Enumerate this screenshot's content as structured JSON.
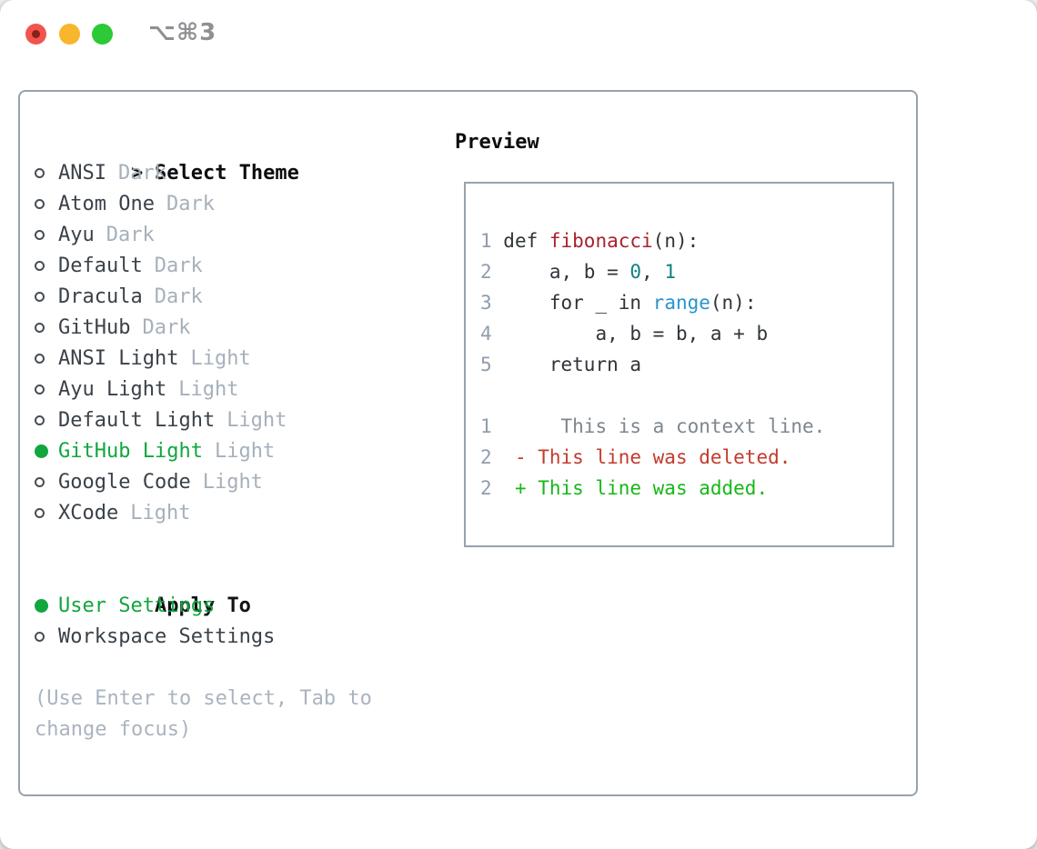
{
  "window": {
    "title": "⌥⌘3",
    "traffic_lights": [
      "close",
      "minimize",
      "zoom"
    ]
  },
  "theme_picker": {
    "prompt": ">",
    "title": "Select Theme",
    "themes": [
      {
        "name": "ANSI",
        "tag": "Dark",
        "selected": false
      },
      {
        "name": "Atom One",
        "tag": "Dark",
        "selected": false
      },
      {
        "name": "Ayu",
        "tag": "Dark",
        "selected": false
      },
      {
        "name": "Default",
        "tag": "Dark",
        "selected": false
      },
      {
        "name": "Dracula",
        "tag": "Dark",
        "selected": false
      },
      {
        "name": "GitHub",
        "tag": "Dark",
        "selected": false
      },
      {
        "name": "ANSI Light",
        "tag": "Light",
        "selected": false
      },
      {
        "name": "Ayu Light",
        "tag": "Light",
        "selected": false
      },
      {
        "name": "Default Light",
        "tag": "Light",
        "selected": false
      },
      {
        "name": "GitHub Light",
        "tag": "Light",
        "selected": true
      },
      {
        "name": "Google Code",
        "tag": "Light",
        "selected": false
      },
      {
        "name": "XCode",
        "tag": "Light",
        "selected": false
      }
    ],
    "apply_title": "Apply To",
    "apply_options": [
      {
        "name": "User Settings",
        "selected": true
      },
      {
        "name": "Workspace Settings",
        "selected": false
      }
    ],
    "hint_lines": [
      "(Use Enter to select, Tab to",
      "change focus)"
    ]
  },
  "preview": {
    "title": "Preview",
    "lines": [
      {
        "name": "code-line-1",
        "tokens": [
          {
            "text": "1 ",
            "style": "num"
          },
          {
            "text": "def ",
            "style": "code"
          },
          {
            "text": "fibonacci",
            "style": "func"
          },
          {
            "text": "(n):",
            "style": "code"
          }
        ]
      },
      {
        "name": "code-line-2",
        "tokens": [
          {
            "text": "2 ",
            "style": "num"
          },
          {
            "text": "    a, b = ",
            "style": "code"
          },
          {
            "text": "0",
            "style": "lit"
          },
          {
            "text": ", ",
            "style": "code"
          },
          {
            "text": "1",
            "style": "lit"
          }
        ]
      },
      {
        "name": "code-line-3",
        "tokens": [
          {
            "text": "3 ",
            "style": "num"
          },
          {
            "text": "    for _ in ",
            "style": "code"
          },
          {
            "text": "range",
            "style": "builtin"
          },
          {
            "text": "(n):",
            "style": "code"
          }
        ]
      },
      {
        "name": "code-line-4",
        "tokens": [
          {
            "text": "4 ",
            "style": "num"
          },
          {
            "text": "        a, b = b, a + b",
            "style": "code"
          }
        ]
      },
      {
        "name": "code-line-5",
        "tokens": [
          {
            "text": "5 ",
            "style": "num"
          },
          {
            "text": "    return a",
            "style": "code"
          }
        ]
      },
      {
        "name": "blank-line",
        "tokens": []
      },
      {
        "name": "diff-line-context",
        "tokens": [
          {
            "text": "1",
            "style": "num"
          },
          {
            "text": "      This is a context line.",
            "style": "ctx"
          }
        ]
      },
      {
        "name": "diff-line-deleted",
        "tokens": [
          {
            "text": "2",
            "style": "num"
          },
          {
            "text": "  - This line was deleted.",
            "style": "del"
          }
        ]
      },
      {
        "name": "diff-line-added",
        "tokens": [
          {
            "text": "2",
            "style": "num"
          },
          {
            "text": "  + This line was added.",
            "style": "add"
          }
        ]
      }
    ]
  },
  "colors": {
    "selected_green": "#11a63e",
    "added_green": "#17b717",
    "deleted_red": "#c43a2d",
    "function_red": "#a8232d",
    "builtin_blue": "#2b93cf",
    "number_teal": "#0f7f81",
    "line_number": "#8f9dac",
    "code_text": "#2f353b",
    "context_gray": "#7e868e",
    "theme_text": "#3a4148",
    "tag_gray": "#a6b0bb",
    "hint_gray": "#aab4bf",
    "header_text": "#0b0d0f",
    "panel_border": "#98a2ad",
    "title_gray": "#8f9094",
    "dot_red": "#f2544d",
    "dot_yellow": "#f7b62c",
    "dot_green": "#2dc937"
  }
}
